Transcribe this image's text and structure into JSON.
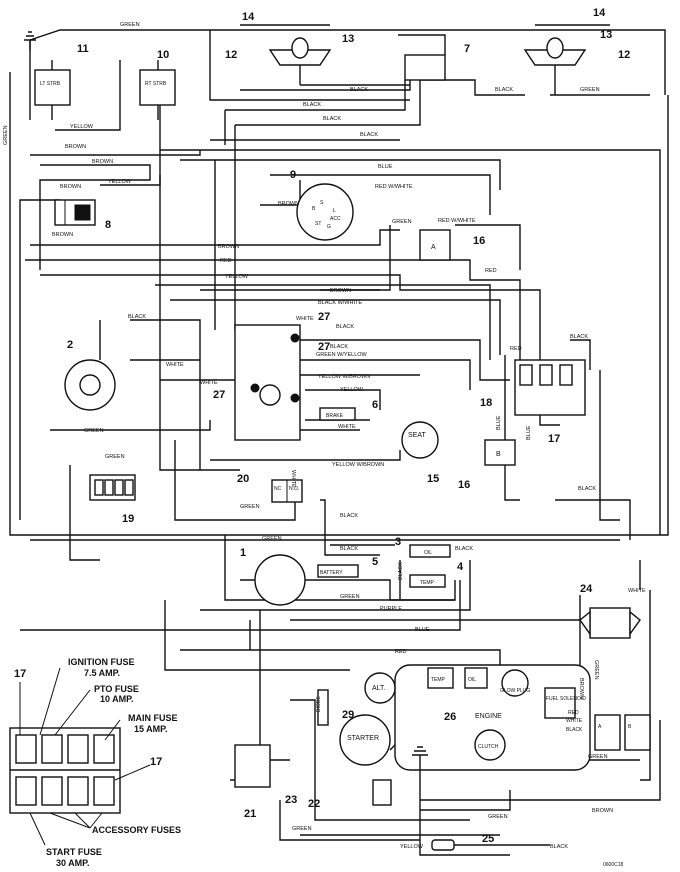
{
  "callouts": {
    "c1": "1",
    "c2": "2",
    "c3": "3",
    "c4": "4",
    "c5": "5",
    "c6": "6",
    "c7": "7",
    "c8": "8",
    "c9": "9",
    "c10": "10",
    "c11": "11",
    "c12a": "12",
    "c12b": "12",
    "c13a": "13",
    "c13b": "13",
    "c14a": "14",
    "c14b": "14",
    "c15": "15",
    "c16a": "16",
    "c16b": "16",
    "c17a": "17",
    "c17b": "17",
    "c17c": "17",
    "c18": "18",
    "c19": "19",
    "c20": "20",
    "c21": "21",
    "c22": "22",
    "c23": "23",
    "c24": "24",
    "c25": "25",
    "c26": "26",
    "c27a": "27",
    "c27b": "27",
    "c27c": "27",
    "c29": "29"
  },
  "wire_labels": {
    "green_top": "GREEN",
    "green_left": "GREEN",
    "yellow_top": "YELLOW",
    "black_7a": "BLACK",
    "black_7b": "BLACK",
    "black_7c": "BLACK",
    "black_7d": "BLACK",
    "black_right": "BLACK",
    "green_right": "GREEN",
    "brown_1": "BROWN",
    "brown_2": "BROWN",
    "yellow_2": "YELLOW",
    "brown_3": "BROWN",
    "brown_4": "BROWN",
    "blue_top": "BLUE",
    "red_white_top": "RED W/WHITE",
    "brown_9": "BROWN",
    "green_16": "GREEN",
    "red_white_16": "RED W/WHITE",
    "brown_mid": "BROWN",
    "red_mid": "RED",
    "yellow_mid": "YELLOW",
    "red_right": "RED",
    "brown_mid2": "BROWN",
    "black_white": "BLACK W/WHITE",
    "black_2": "BLACK",
    "white_27": "WHITE",
    "black_27": "BLACK",
    "black_27b": "BLACK",
    "green_yellow": "GREEN W/YELLOW",
    "red_17": "RED",
    "black_17": "BLACK",
    "white_left": "WHITE",
    "white_left2": "WHITE",
    "yellow_white_brown": "YELLOW W/BROWN",
    "yellow_6": "YELLOW",
    "white_6": "WHITE",
    "green_2": "GREEN",
    "blue_17": "BLUE",
    "blue_16": "BLUE",
    "green_19": "GREEN",
    "yellow_white_brown_2": "YELLOW W/BROWN",
    "white_20": "WHITE",
    "green_20": "GREEN",
    "black_mid": "BLACK",
    "black_right2": "BLACK",
    "green_1": "GREEN",
    "black_3": "BLACK",
    "black_3b": "BLACK",
    "black_4": "BLACK",
    "green_5": "GREEN",
    "purple": "PURPLE",
    "blue_bottom": "BLUE",
    "white_24": "WHITE",
    "red_bottom": "RED",
    "green_29": "GREEN",
    "brown_24": "BROWN",
    "green_sol": "GREEN",
    "green_bottom": "GREEN",
    "brown_bottom": "BROWN",
    "green_bottom2": "GREEN",
    "yellow_bottom": "YELLOW",
    "black_bottom": "BLACK",
    "green_24": "GREEN"
  },
  "component_labels": {
    "lt_strb": "LT STRB",
    "rt_strb": "RT STRB",
    "seat": "SEAT",
    "brake": "BRAKE",
    "battery": "BATTERY",
    "oil": "OIL",
    "temp": "TEMP",
    "nc": "NC",
    "no": "N.O.",
    "alt": "ALT.",
    "starter": "STARTER",
    "engine": "ENGINE",
    "temp_eng": "TEMP",
    "oil_eng": "OIL",
    "glow_plug": "GLOW PLUG",
    "fuel_solenoid": "FUEL SOLENOID",
    "clutch": "CLUTCH",
    "relay_a": "A",
    "relay_b": "B",
    "diode": "DIODE",
    "s": "S",
    "b": "B",
    "l": "L",
    "acc": "ACC",
    "st": "ST",
    "g": "G",
    "red_lbl": "RED",
    "white_lbl": "WHITE",
    "black_lbl": "BLACK",
    "d_a": "A",
    "d_b": "B"
  },
  "fuse_legend": {
    "ignition_fuse": "IGNITION FUSE",
    "ignition_amp": "7.5 AMP.",
    "pto_fuse": "PTO FUSE",
    "pto_amp": "10 AMP.",
    "main_fuse": "MAIN FUSE",
    "main_amp": "15 AMP.",
    "accessory_fuses": "ACCESSORY FUSES",
    "start_fuse": "START FUSE",
    "start_amp": "30 AMP."
  },
  "drawing_number": "0600C18"
}
